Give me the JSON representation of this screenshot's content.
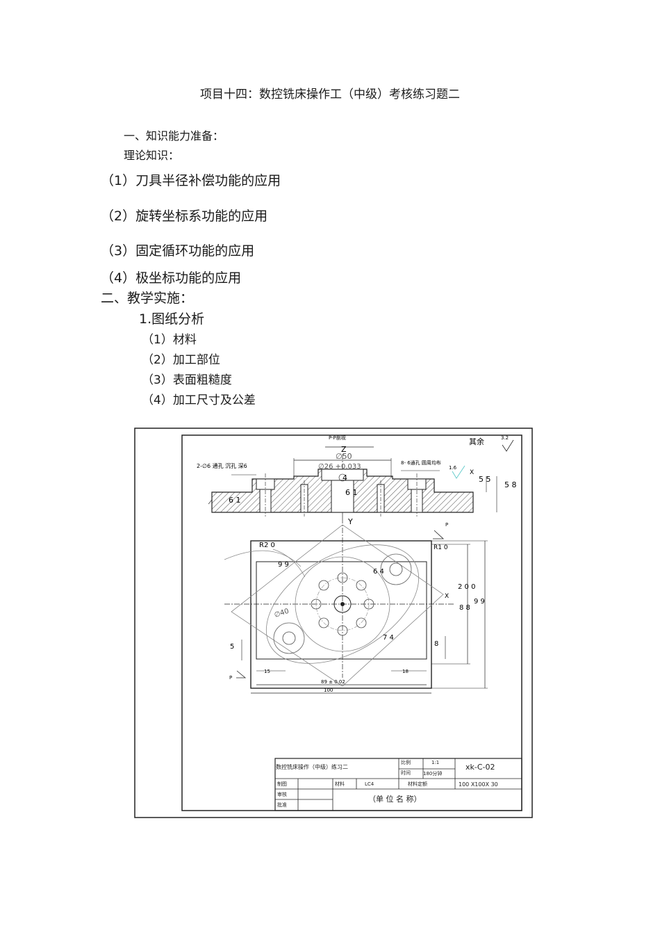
{
  "doc": {
    "title": "项目十四：数控铣床操作工（中级）考核练习题二",
    "section1": "一、知识能力准备：",
    "theory": "理论知识：",
    "topics": [
      "（1）刀具半径补偿功能的应用",
      "（2）旋转坐标系功能的应用",
      "（3）固定循环功能的应用",
      "（4）极坐标功能的应用"
    ],
    "section2": "二、教学实施：",
    "sub1": "1.图纸分析",
    "items": [
      "（1）材料",
      "（2）加工部位",
      "（3）表面粗糙度",
      "（4）加工尺寸及公差"
    ]
  },
  "drawing": {
    "section_view": "P-P剖视",
    "z_axis": "Z",
    "y_axis": "Y",
    "x_axis": "X",
    "other_roughness": "其余",
    "roughness_value": "3.2",
    "roughness_local": "1.6",
    "counterbore_label": "2-∅6 通孔 沉孔 深6",
    "dim_phi50": "∅50",
    "dim_phi26": "∅26 +0.033",
    "hole_note": "8-   6通孔 圆周均布",
    "dim_4": "4",
    "dim_61_left": "6 1",
    "dim_61_mid": "6 1",
    "dim_55": "5 5",
    "dim_58": "5 8",
    "cut_mark": "P",
    "r20": "R2 0",
    "r10": "R1 0",
    "d99": "9 9",
    "d64": "6 4",
    "d74": "7 4",
    "d40": "∅40",
    "d200": "2 0 0",
    "d99v": "9 9",
    "d89v": "8 8",
    "d5": "5",
    "d8": "8",
    "d15": "15",
    "d18": "18",
    "d89": "89 ± 0.02",
    "d100": "100",
    "tb_name": "数控铣床操作（中级）练习二",
    "tb_scale_label": "比例",
    "tb_scale": "1:1",
    "tb_time_label": "时间",
    "tb_time": "180分钟",
    "tb_code": "xk-C-02",
    "tb_draw": "制图",
    "tb_material_label": "材料",
    "tb_material": "LC4",
    "tb_stock_label": "材料定额",
    "tb_stock": "100 X100X 30",
    "tb_check": "审核",
    "tb_approve": "批准",
    "tb_unit": "（单 位 名 称）"
  }
}
